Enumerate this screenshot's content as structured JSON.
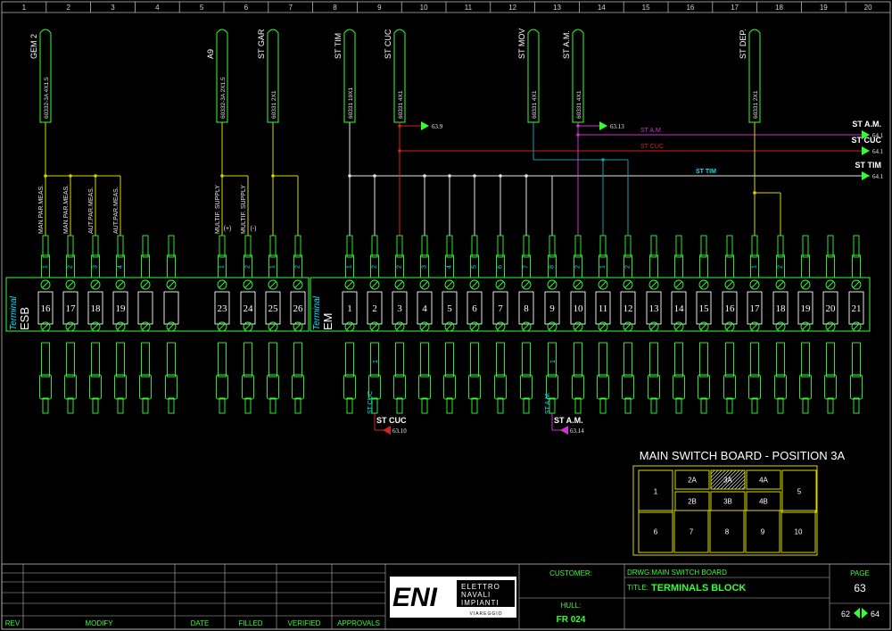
{
  "grid_numbers": [
    "1",
    "2",
    "3",
    "4",
    "5",
    "6",
    "7",
    "8",
    "9",
    "10",
    "11",
    "12",
    "13",
    "14",
    "15",
    "16",
    "17",
    "18",
    "19",
    "20"
  ],
  "cables": [
    {
      "name": "GEM 2",
      "spec": "60332-3A 4X1.5"
    },
    {
      "name": "A9",
      "spec": "60332-3A 2X1.5"
    },
    {
      "name": "ST GAR",
      "spec": "60331 2X1"
    },
    {
      "name": "ST TIM",
      "spec": "60331 19X1"
    },
    {
      "name": "ST CUC",
      "spec": "60331 4X1"
    },
    {
      "name": "ST MOV",
      "spec": "60331 4X1"
    },
    {
      "name": "ST A.M.",
      "spec": "60331 4X1"
    },
    {
      "name": "ST DEP.",
      "spec": "60331 2X1"
    }
  ],
  "esb": {
    "terminal_word": "Terminal",
    "name": "ESB",
    "terminals": [
      "16",
      "17",
      "18",
      "19",
      "",
      "",
      "23",
      "24",
      "25",
      "26"
    ],
    "wire_numbers": [
      "1",
      "2",
      "3",
      "4",
      "",
      "",
      "1",
      "2",
      "1",
      "2"
    ],
    "labels": [
      "MAN.PAR.MEAS.",
      "MAN.PAR.MEAS.",
      "AUT.PAR.MEAS.",
      "AUT.PAR.MEAS.",
      "",
      "",
      "MULTIF. SUPPLY",
      "MULTIF. SUPPLY",
      "",
      ""
    ],
    "signs": [
      "",
      "",
      "",
      "",
      "",
      "",
      "(+)",
      "(-)",
      "",
      ""
    ]
  },
  "em": {
    "terminal_word": "Terminal",
    "name": "EM",
    "terminals": [
      "1",
      "2",
      "3",
      "4",
      "5",
      "6",
      "7",
      "8",
      "9",
      "10",
      "11",
      "12",
      "13",
      "14",
      "15",
      "16",
      "17",
      "18",
      "19",
      "20",
      "21"
    ],
    "wire_numbers": [
      "1",
      "2",
      "2",
      "3",
      "4",
      "5",
      "6",
      "7",
      "8",
      "2",
      "1",
      "2",
      "",
      "",
      "",
      "",
      "1",
      "2",
      "",
      "",
      ""
    ]
  },
  "signals_right": [
    {
      "name": "ST A.M.",
      "small": "ST A.M.",
      "ref": "64.1",
      "color": "#cc33cc"
    },
    {
      "name": "ST CUC",
      "small": "ST CUC",
      "ref": "64.1",
      "color": "#d42020"
    },
    {
      "name": "ST TIM",
      "small": "ST TIM",
      "ref": "64.1",
      "color": "#dddddd"
    }
  ],
  "refs_top": [
    "63.9",
    "63.13"
  ],
  "bottom_signals": [
    {
      "small": "ST CUC",
      "name": "ST CUC",
      "ref": "63.10",
      "wire": "1"
    },
    {
      "small": "ST A.M.",
      "name": "ST A.M.",
      "ref": "63.14",
      "wire": "1"
    }
  ],
  "position_title": "MAIN SWITCH BOARD - POSITION 3A",
  "position_grid": {
    "top_row": [
      "2A",
      "3A",
      "4A"
    ],
    "mid_row": [
      "2B",
      "3B",
      "4B"
    ],
    "left": "1",
    "right": "5",
    "bottom": [
      "6",
      "7",
      "8",
      "9",
      "10"
    ],
    "highlighted": "3A"
  },
  "title_block": {
    "headers": [
      "REV",
      "MODIFY",
      "DATE",
      "FILLED",
      "VERIFIED",
      "APPROVALS"
    ],
    "logo_main": "ENI",
    "logo_text": [
      "ELETTRO",
      "NAVALI",
      "IMPIANTI"
    ],
    "logo_city": "VIAREGGIO",
    "customer_label": "CUSTOMER:",
    "hull_label": "HULL:",
    "hull_value": "FR 024",
    "drwg": "DRWG:MAIN SWITCH BOARD",
    "title_label": "TITLE:",
    "title_value": "TERMINALS BLOCK",
    "page_label": "PAGE",
    "page_value": "63",
    "prev_page": "62",
    "next_page": "64"
  },
  "colors": {
    "green": "#33ff33",
    "yellow": "#d8d800",
    "white": "#e6e6e6",
    "cyan": "#00e5ff",
    "red": "#d42020",
    "magenta": "#cc33cc",
    "teal": "#10a0a8"
  }
}
